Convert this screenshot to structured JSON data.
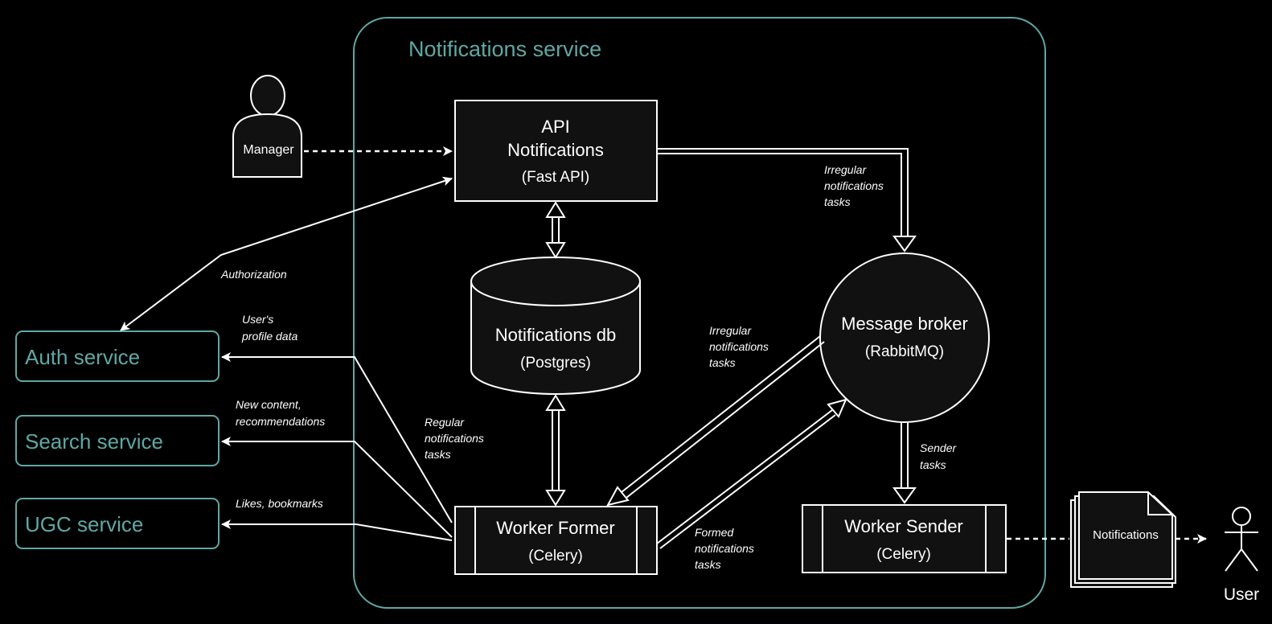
{
  "colors": {
    "background": "#000000",
    "teal": "#5fa8a4",
    "stroke": "#ffffff",
    "box_fill": "#111111"
  },
  "container": {
    "title": "Notifications service"
  },
  "actors": {
    "manager": {
      "label": "Manager"
    },
    "user": {
      "label": "User"
    }
  },
  "nodes": {
    "api": {
      "line1": "API",
      "line2": "Notifications",
      "line3": "(Fast API)"
    },
    "db": {
      "line1": "Notifications db",
      "line2": "(Postgres)"
    },
    "broker": {
      "line1": "Message broker",
      "line2": "(RabbitMQ)"
    },
    "worker_former": {
      "line1": "Worker Former",
      "line2": "(Celery)"
    },
    "worker_sender": {
      "line1": "Worker Sender",
      "line2": "(Celery)"
    },
    "notifications_doc": {
      "label": "Notifications"
    }
  },
  "services": {
    "auth": {
      "label": "Auth service"
    },
    "search": {
      "label": "Search service"
    },
    "ugc": {
      "label": "UGC service"
    }
  },
  "edge_labels": {
    "authorization": "Authorization",
    "profile": [
      "User's",
      "profile data"
    ],
    "content": [
      "New content,",
      "recommendations"
    ],
    "likes": "Likes, bookmarks",
    "regular": [
      "Regular",
      "notifications",
      "tasks"
    ],
    "irregular_api": [
      "Irregular",
      "notifications",
      "tasks"
    ],
    "irregular_broker": [
      "Irregular",
      "notifications",
      "tasks"
    ],
    "formed": [
      "Formed",
      "notifications",
      "tasks"
    ],
    "sender": [
      "Sender",
      "tasks"
    ]
  }
}
